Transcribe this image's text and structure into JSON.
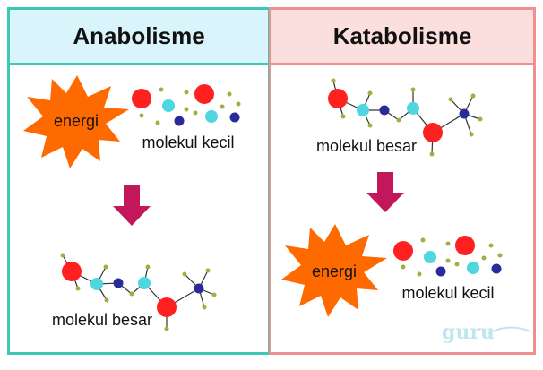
{
  "panels": {
    "left": {
      "title": "Anabolisme",
      "energy": "energi",
      "small": "molekul kecil",
      "large": "molekul besar"
    },
    "right": {
      "title": "Katabolisme",
      "energy": "energi",
      "small": "molekul kecil",
      "large": "molekul besar"
    }
  },
  "watermark": "guru",
  "colors": {
    "left_border": "#3cc8b4",
    "right_border": "#f08f8f",
    "burst": "#ff6a00",
    "arrow": "#c2185b",
    "atom_red": "#ff2020",
    "atom_cyan": "#4fd6df",
    "atom_navy": "#2a2a9a",
    "atom_olive": "#a0b040"
  }
}
